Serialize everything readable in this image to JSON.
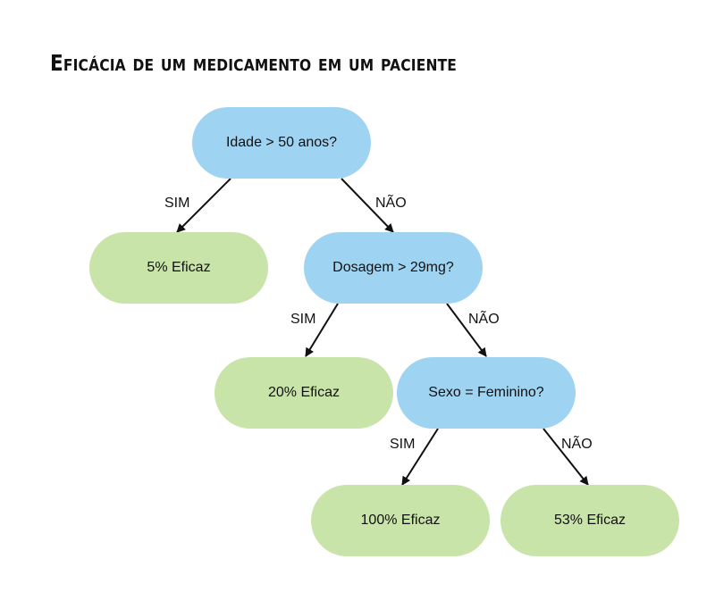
{
  "title": "Eficácia de um medicamento em um paciente",
  "nodes": {
    "q1": "Idade > 50 anos?",
    "q2": "Dosagem > 29mg?",
    "q3": "Sexo = Feminino?",
    "leaf1": "5% Eficaz",
    "leaf2": "20% Eficaz",
    "leaf3": "100% Eficaz",
    "leaf4": "53% Eficaz"
  },
  "edges": {
    "yes": "SIM",
    "no": "NÃO"
  },
  "colors": {
    "decision": "#9fd3f2",
    "leaf": "#c9e4a9",
    "edge": "#111111"
  }
}
